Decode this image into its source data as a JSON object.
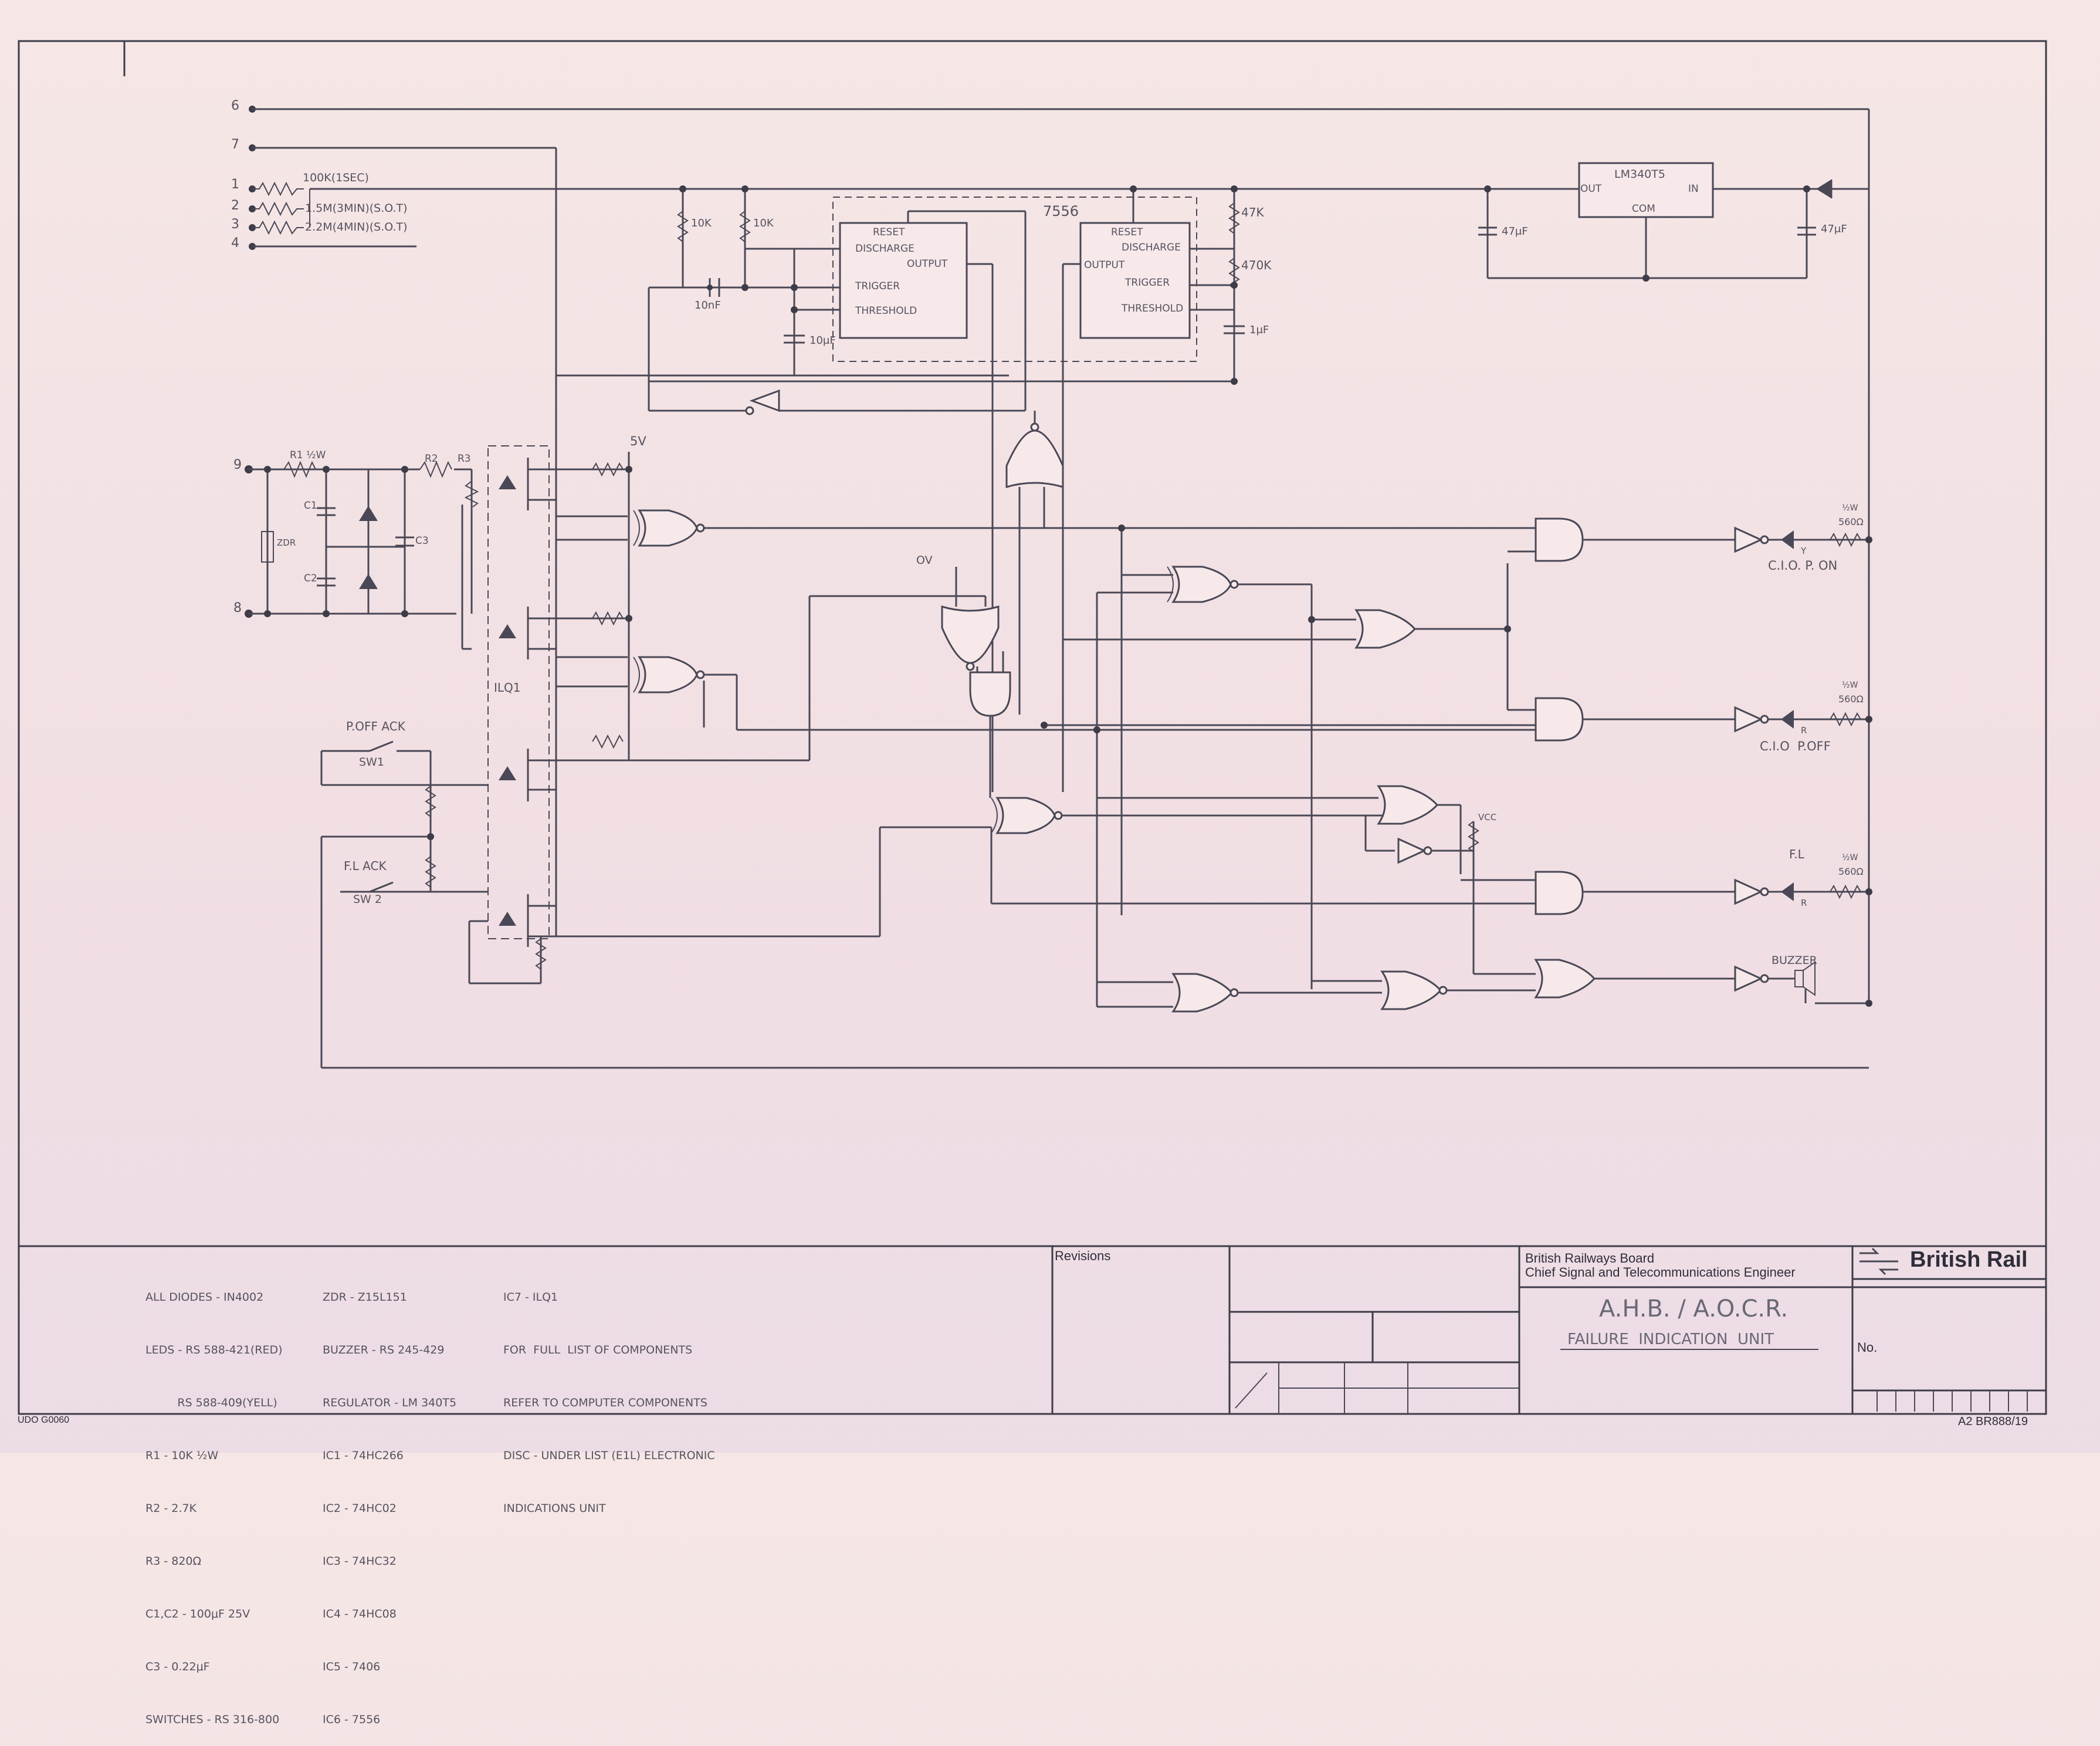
{
  "schematic": {
    "terminals": [
      "6",
      "7",
      "1",
      "2",
      "3",
      "4",
      "9",
      "8"
    ],
    "timing_resistors": [
      {
        "terminal": "1",
        "label": "100K(1SEC)"
      },
      {
        "terminal": "2",
        "label": "1.5M(3MIN)(S.O.T)"
      },
      {
        "terminal": "3",
        "label": "2.2M(4MIN)(S.O.T)"
      }
    ],
    "chip_7556": "7556",
    "timer_left": {
      "reset": "RESET",
      "discharge": "DISCHARGE",
      "output": "OUTPUT",
      "trigger": "TRIGGER",
      "threshold": "THRESHOLD"
    },
    "timer_right": {
      "reset": "RESET",
      "discharge": "DISCHARGE",
      "output": "OUTPUT",
      "trigger": "TRIGGER",
      "threshold": "THRESHOLD"
    },
    "regulator": {
      "name": "LM340T5",
      "out": "OUT",
      "in": "IN",
      "com": "COM"
    },
    "components": {
      "r10k_a": "10K",
      "r10k_b": "10K",
      "c10nf": "10nF",
      "c10uf": "10μF",
      "r47k": "47K",
      "r470k": "470K",
      "c1uf": "1μF",
      "c47uf_a": "47μF",
      "c47uf_b": "47μF",
      "r1": "R1 ½W",
      "r2": "R2",
      "r3": "R3",
      "c1": "C1",
      "c2": "C2",
      "c3": "C3",
      "zdr": "ZDR",
      "v5": "5V",
      "ov": "OV",
      "vcc": "VCC",
      "ilq1": "ILQ1",
      "sw1": "SW1",
      "sw2": "SW 2"
    },
    "inputs": {
      "poff_ack": "P.OFF ACK",
      "fl_ack": "F.L ACK"
    },
    "outputs": [
      {
        "label": "C.I.O. P. ON",
        "led": "Y",
        "res": "560Ω",
        "watt": "½W"
      },
      {
        "label": "C.I.O  P.OFF",
        "led": "R",
        "res": "560Ω",
        "watt": "½W"
      },
      {
        "label": "F.L",
        "led": "R",
        "res": "560Ω",
        "watt": "½W"
      },
      {
        "label": "BUZZER",
        "led": "",
        "res": "",
        "watt": ""
      }
    ]
  },
  "notes": {
    "col1": [
      "ALL DIODES - IN4002",
      "LEDS - RS 588-421(RED)",
      "         RS 588-409(YELL)",
      "R1 - 10K ½W",
      "R2 - 2.7K",
      "R3 - 820Ω",
      "C1,C2 - 100μF 25V",
      "C3 - 0.22μF",
      "SWITCHES - RS 316-800"
    ],
    "col2": [
      "ZDR - Z15L151",
      "BUZZER - RS 245-429",
      "REGULATOR - LM 340T5",
      "IC1 - 74HC266",
      "IC2 - 74HC02",
      "IC3 - 74HC32",
      "IC4 - 74HC08",
      "IC5 - 7406",
      "IC6 - 7556"
    ],
    "col3": [
      "IC7 - ILQ1",
      "FOR  FULL  LIST OF COMPONENTS",
      "REFER TO COMPUTER COMPONENTS",
      "DISC - UNDER LIST (E1L) ELECTRONIC",
      "INDICATIONS UNIT"
    ]
  },
  "title_block": {
    "revisions": "Revisions",
    "board": "British Railways Board",
    "engineer": "Chief Signal and Telecommunications Engineer",
    "logo_text": "British Rail",
    "title_line1": "A.H.B. / A.O.C.R.",
    "title_line2": "FAILURE  INDICATION  UNIT",
    "no_label": "No.",
    "sheet_ref": "A2 BR888/19",
    "corner_code": "UDO G0060"
  }
}
